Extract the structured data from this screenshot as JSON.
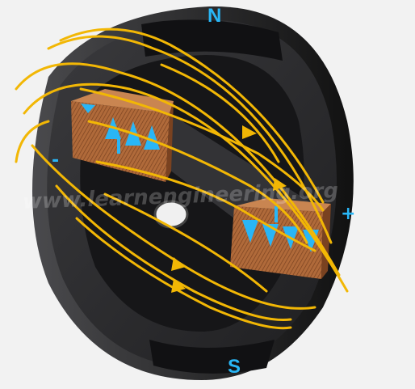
{
  "labels": {
    "north": "N",
    "south": "S",
    "plus": "+",
    "minus": "-"
  },
  "watermark": "www.learnengineering.org",
  "colors": {
    "background": "#f2f2f2",
    "stator": "#2b2b2d",
    "stator_edge": "#1a1a1c",
    "coil": "#b06a3a",
    "field_lines": "#f2b705",
    "current_arrows": "#29b6f6",
    "labels": "#29b6f6"
  }
}
